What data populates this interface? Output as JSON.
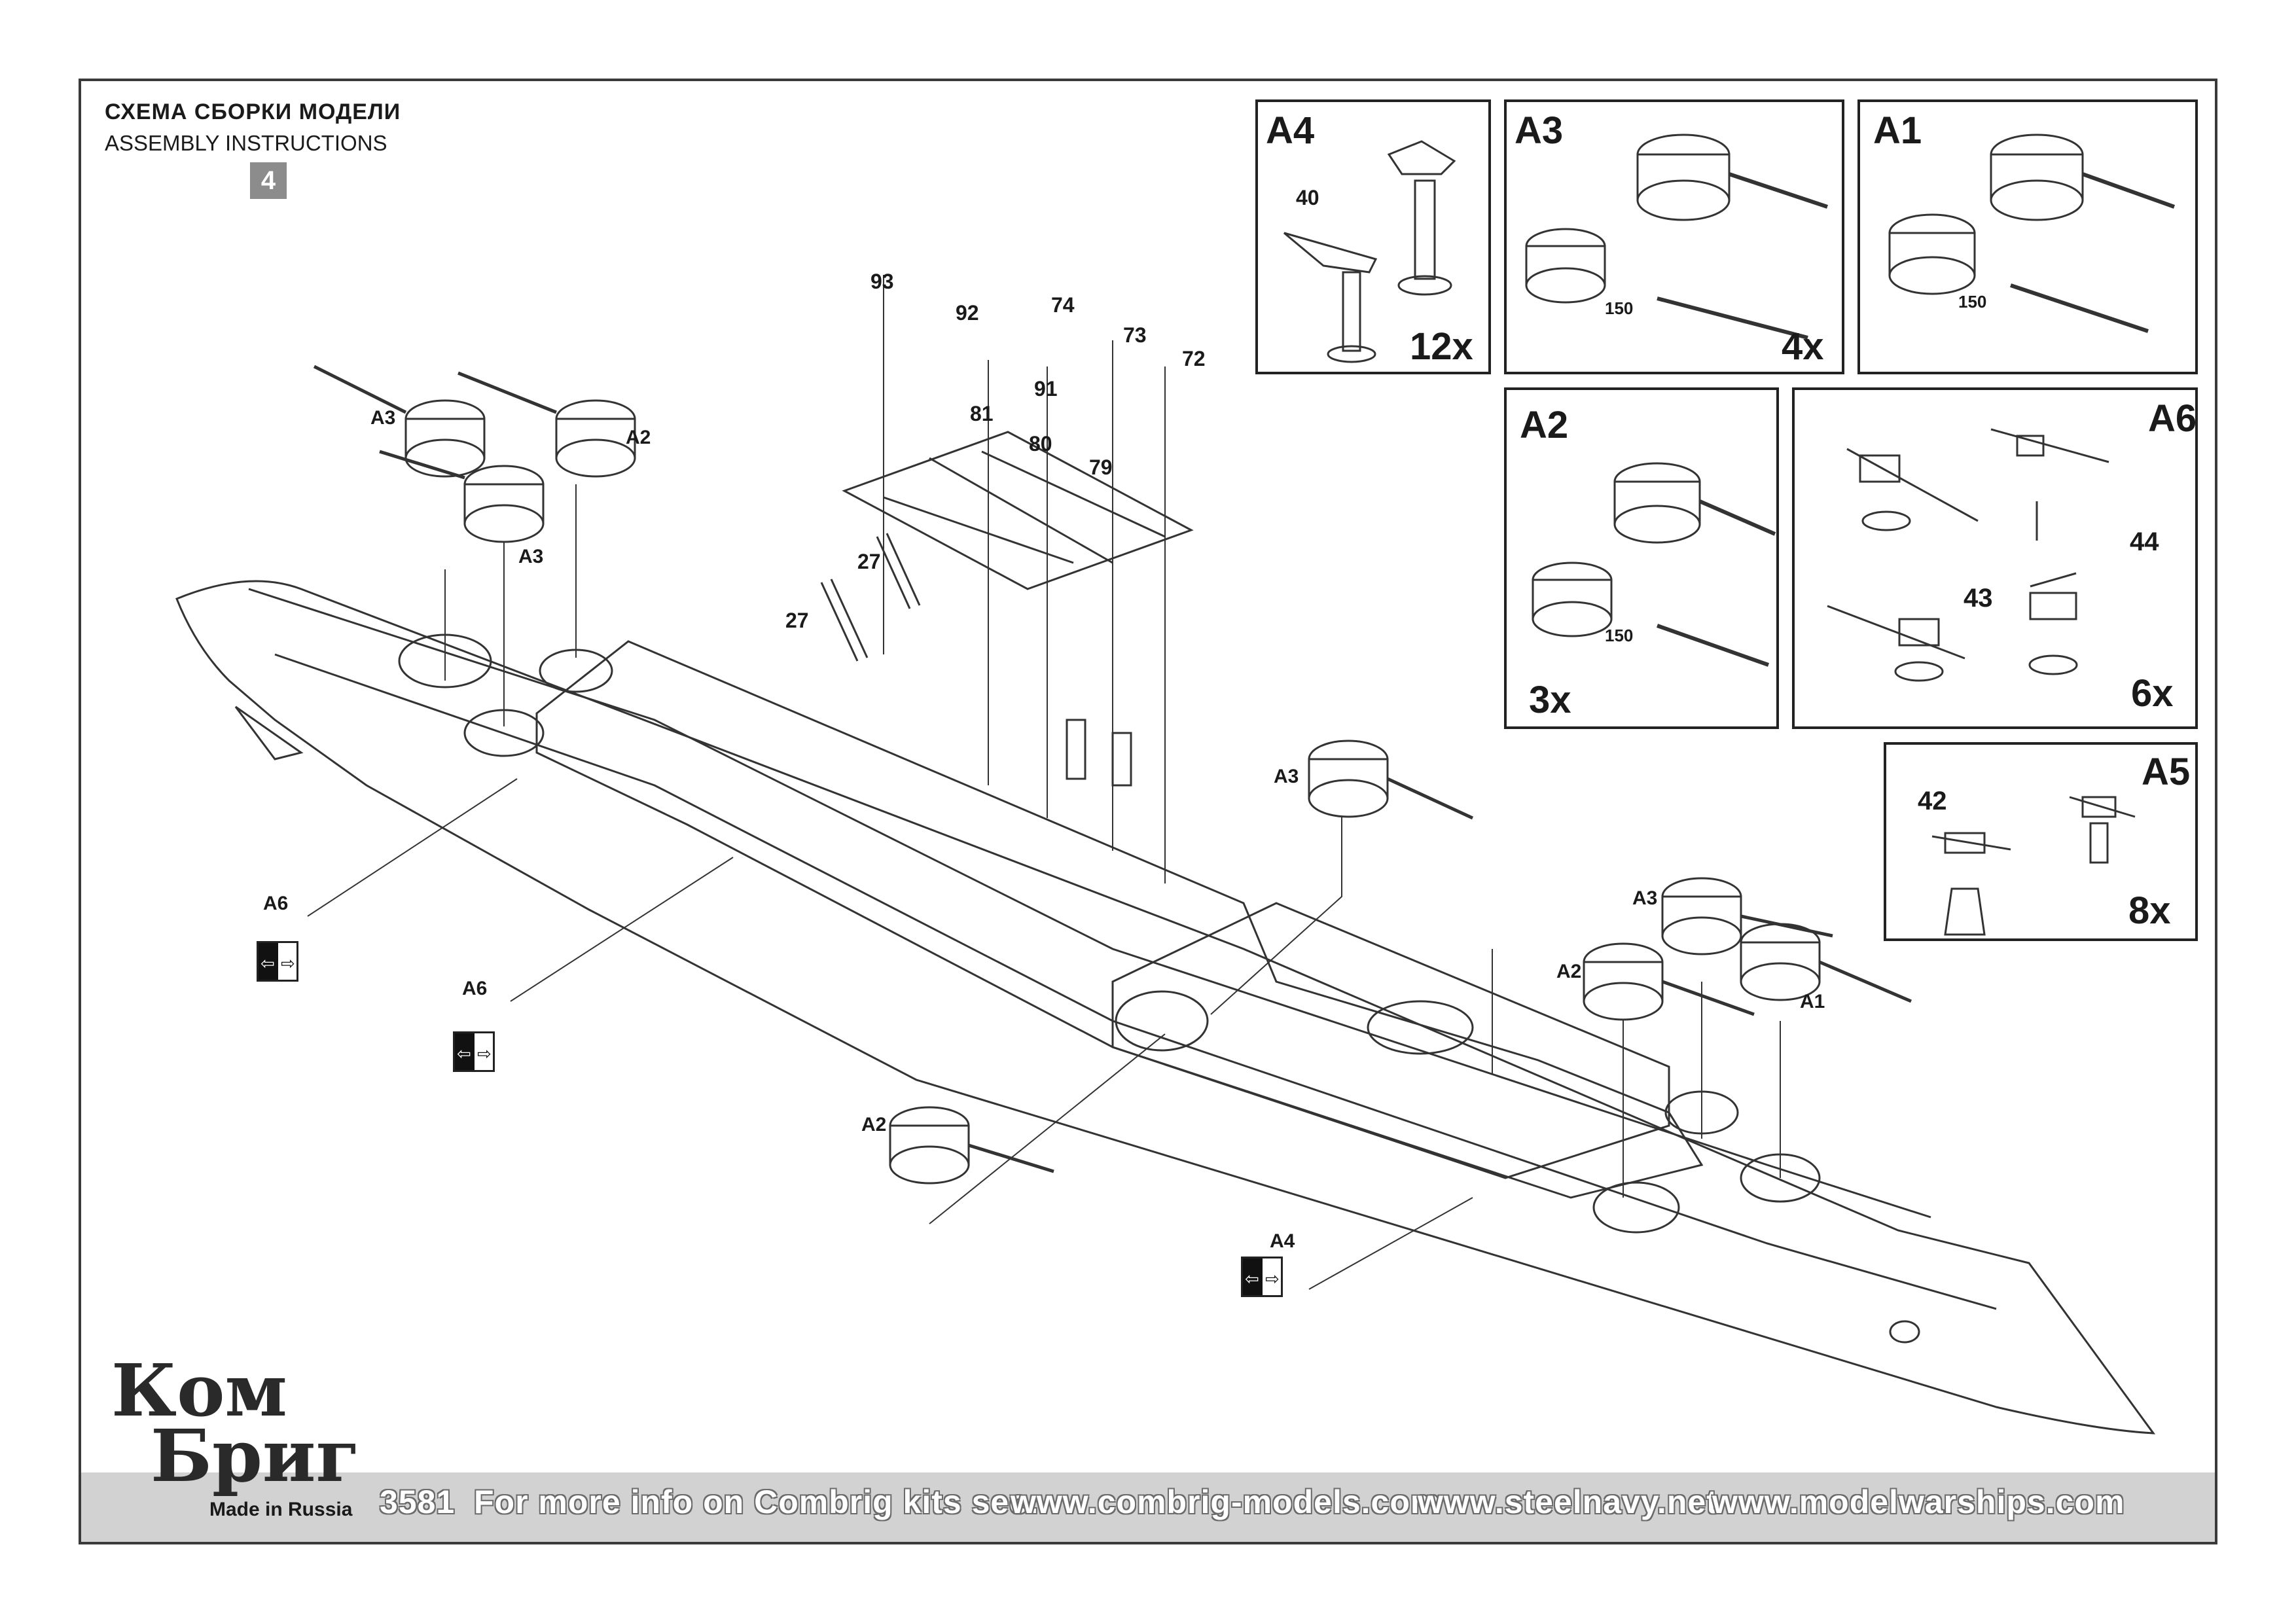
{
  "header": {
    "title_ru": "СХЕМА СБОРКИ МОДЕЛИ",
    "title_en": "ASSEMBLY INSTRUCTIONS",
    "step_number": "4"
  },
  "detail_boxes": [
    {
      "id": "A4",
      "count": "12x",
      "part_labels": [
        "40"
      ]
    },
    {
      "id": "A3",
      "count": "4x",
      "part_labels": [
        "150"
      ]
    },
    {
      "id": "A1",
      "count": "",
      "part_labels": [
        "150"
      ]
    },
    {
      "id": "A2",
      "count": "3x",
      "part_labels": [
        "150"
      ]
    },
    {
      "id": "A6",
      "count": "6x",
      "part_labels": [
        "44",
        "43"
      ]
    },
    {
      "id": "A5",
      "count": "8x",
      "part_labels": [
        "42"
      ]
    }
  ],
  "main_labels": {
    "turrets": [
      "A3",
      "A2",
      "A3",
      "A3",
      "A3",
      "A2",
      "A1",
      "A2"
    ],
    "guns": [
      "A6",
      "A6",
      "A4"
    ],
    "parts": [
      "93",
      "92",
      "74",
      "73",
      "72",
      "91",
      "81",
      "80",
      "79",
      "27",
      "27"
    ]
  },
  "footer": {
    "logo_line1": "Ком",
    "logo_line2": "Бриг",
    "made_in": "Made in Russia",
    "kit_number": "3581",
    "info_text": "For more info on Combrig kits see:",
    "url1": "www.combrig-models.com",
    "url2": "www.steelnavy.net",
    "url3": "www.modelwarships.com"
  }
}
